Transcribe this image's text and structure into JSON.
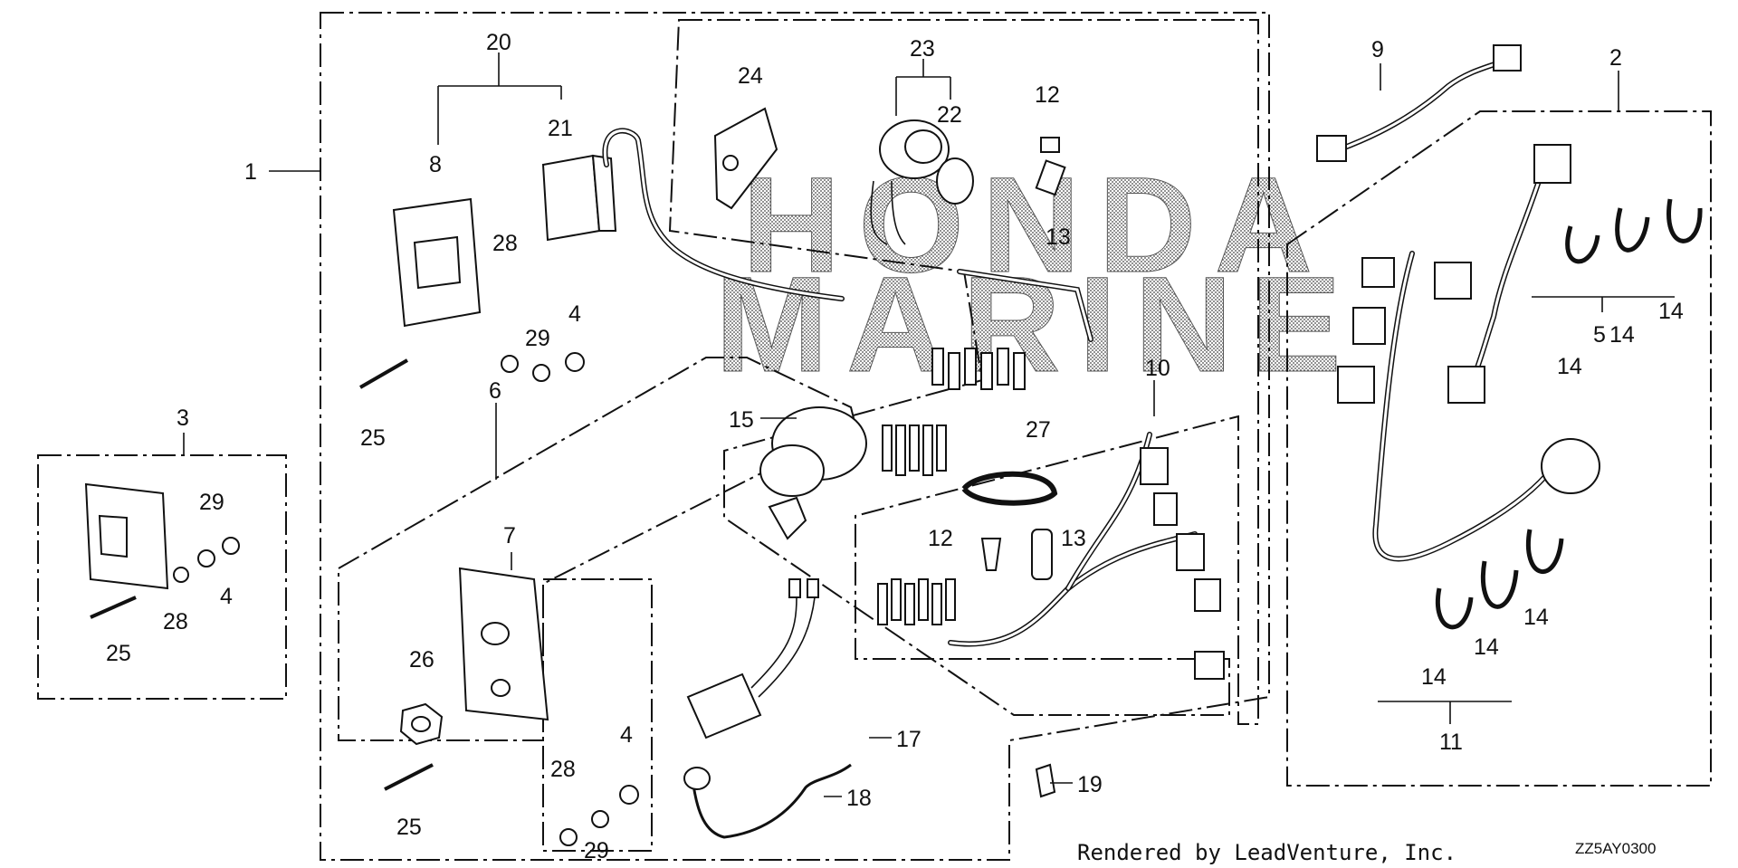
{
  "diagram": {
    "watermark": [
      "HONDA",
      "MARINE"
    ],
    "footer_text": "Rendered by LeadVenture, Inc.",
    "diagram_code": "ZZ5AY0300",
    "callouts": [
      {
        "label": "1"
      },
      {
        "label": "2"
      },
      {
        "label": "3"
      },
      {
        "label": "4"
      },
      {
        "label": "4"
      },
      {
        "label": "4"
      },
      {
        "label": "5"
      },
      {
        "label": "6"
      },
      {
        "label": "7"
      },
      {
        "label": "8"
      },
      {
        "label": "9"
      },
      {
        "label": "10"
      },
      {
        "label": "11"
      },
      {
        "label": "12"
      },
      {
        "label": "12"
      },
      {
        "label": "13"
      },
      {
        "label": "13"
      },
      {
        "label": "14"
      },
      {
        "label": "14"
      },
      {
        "label": "14"
      },
      {
        "label": "14"
      },
      {
        "label": "14"
      },
      {
        "label": "14"
      },
      {
        "label": "15"
      },
      {
        "label": "17"
      },
      {
        "label": "18"
      },
      {
        "label": "19"
      },
      {
        "label": "20"
      },
      {
        "label": "21"
      },
      {
        "label": "22"
      },
      {
        "label": "23"
      },
      {
        "label": "24"
      },
      {
        "label": "25"
      },
      {
        "label": "25"
      },
      {
        "label": "25"
      },
      {
        "label": "26"
      },
      {
        "label": "27"
      },
      {
        "label": "28"
      },
      {
        "label": "28"
      },
      {
        "label": "28"
      },
      {
        "label": "29"
      },
      {
        "label": "29"
      },
      {
        "label": "29"
      }
    ]
  }
}
